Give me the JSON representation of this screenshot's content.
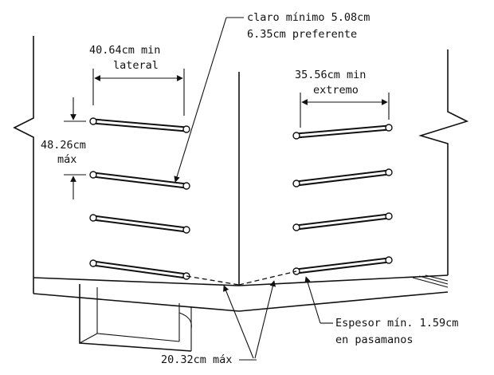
{
  "labels": {
    "clearance_line1": "claro mínimo 5.08cm",
    "clearance_line2": "6.35cm preferente",
    "side_width_line1": "40.64cm min",
    "side_width_line2": "lateral",
    "end_width_line1": "35.56cm min",
    "end_width_line2": "extremo",
    "rung_spacing_line1": "48.26cm",
    "rung_spacing_line2": "máx",
    "thickness_line1": "Espesor mín. 1.59cm",
    "thickness_line2": "en pasamanos",
    "bottom_gap": "20.32cm máx"
  }
}
